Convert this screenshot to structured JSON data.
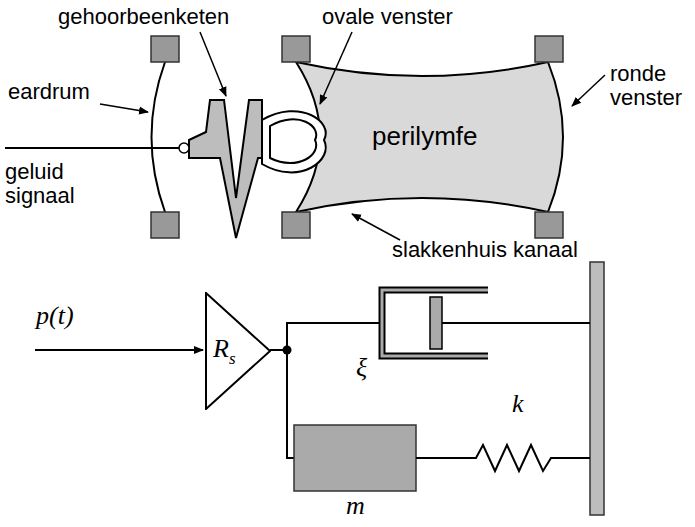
{
  "diagram": {
    "nodes": [
      {
        "text": [
          "R",
          "s"
        ]
      }
    ],
    "labels": [
      "gehoorbeenketen",
      "eardrum",
      "ovale venster",
      "ronde venster",
      "geluid signaal",
      "perilymfe",
      "slakkenhuis kanaal",
      "ξ",
      "k",
      "p(t)",
      "m"
    ]
  }
}
